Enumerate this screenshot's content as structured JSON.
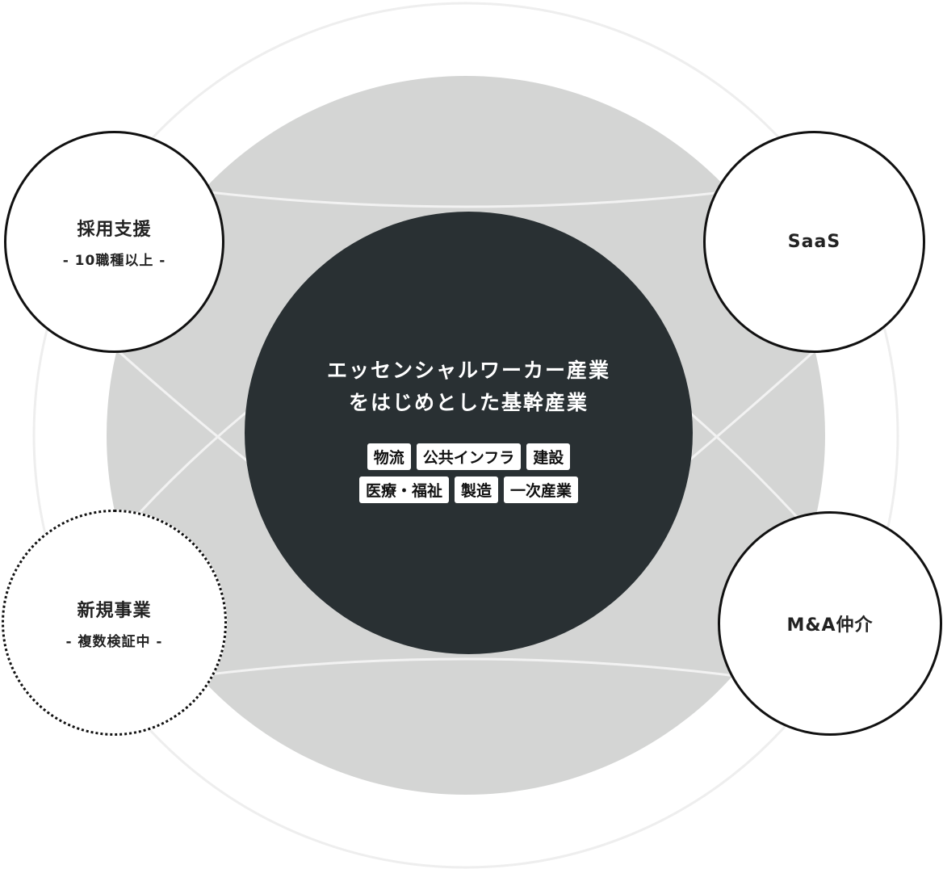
{
  "center": {
    "title_line1": "エッセンシャルワーカー産業",
    "title_line2": "をはじめとした基幹産業",
    "tags_row1": [
      "物流",
      "公共インフラ",
      "建設"
    ],
    "tags_row2": [
      "医療・福祉",
      "製造",
      "一次産業"
    ]
  },
  "nodes": {
    "recruit": {
      "title": "採用支援",
      "subtitle": "- 10職種以上 -"
    },
    "saas": {
      "title": "SaaS"
    },
    "new_business": {
      "title": "新規事業",
      "subtitle": "- 複数検証中 -"
    },
    "ma": {
      "title": "M&A仲介"
    }
  },
  "colors": {
    "core": "#293033",
    "ring": "#d4d5d4",
    "outer": "#eeeeee"
  }
}
